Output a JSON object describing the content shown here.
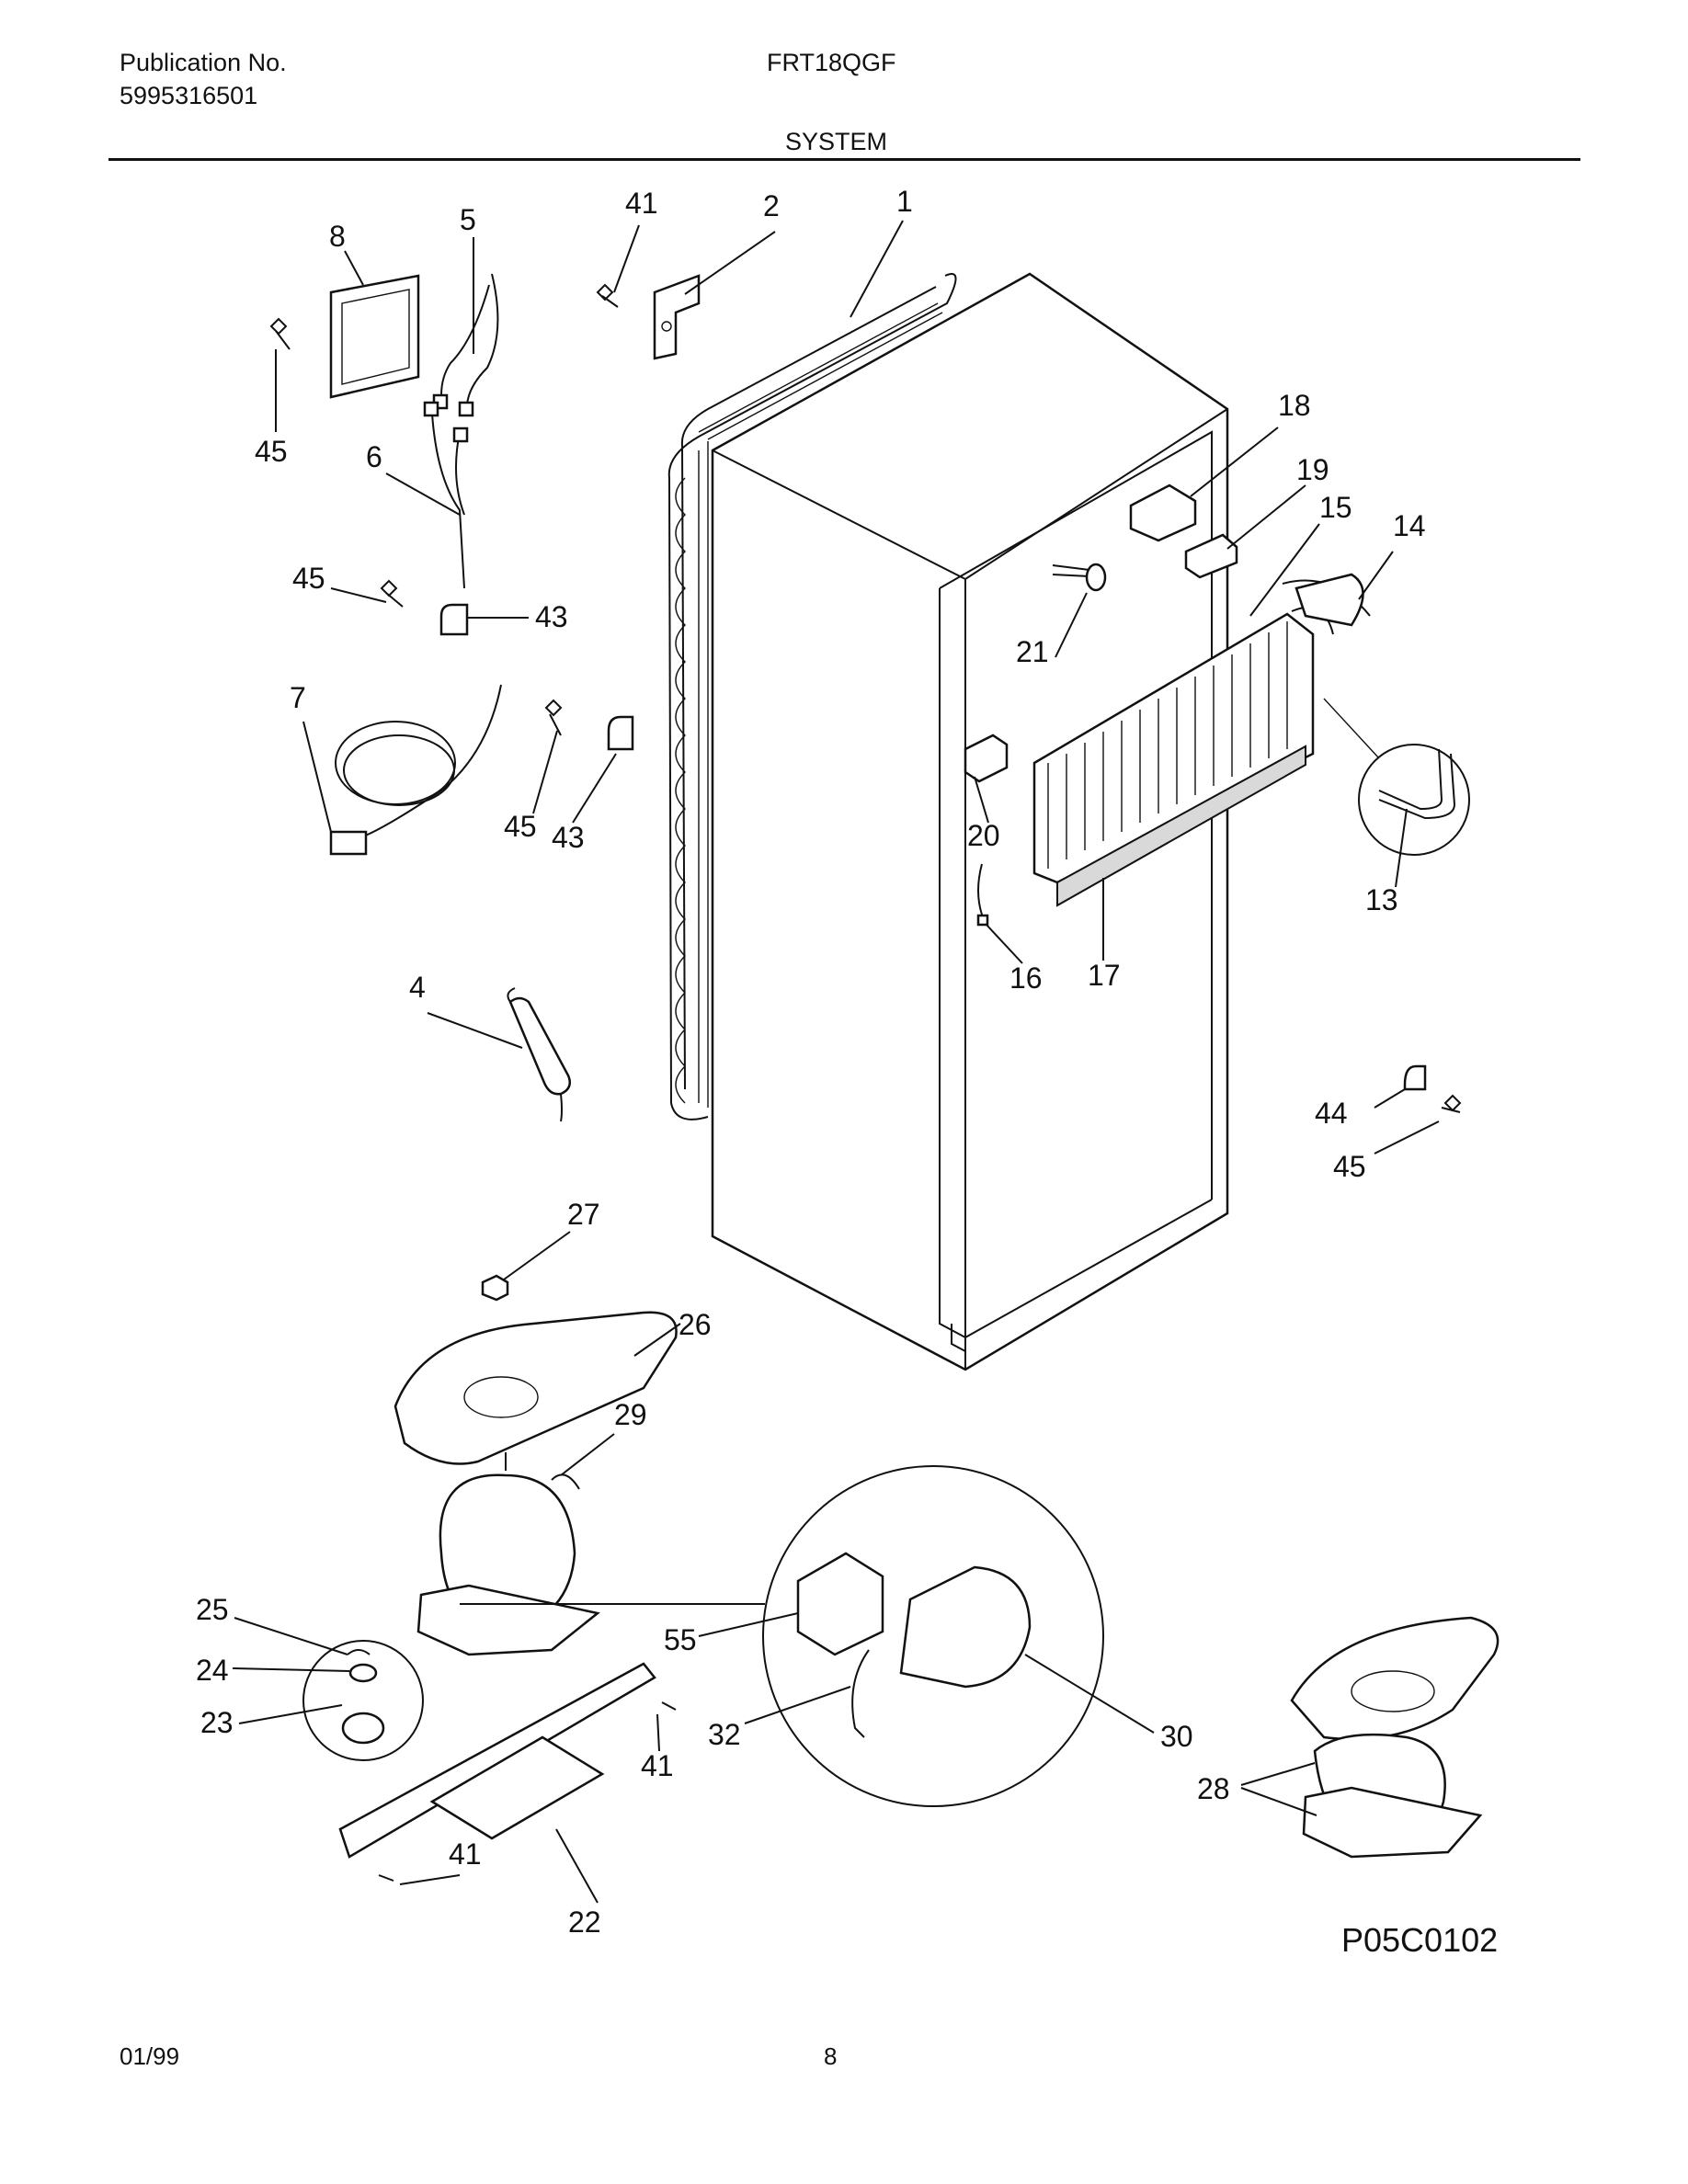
{
  "header": {
    "publication_label": "Publication No.",
    "publication_number": "5995316501",
    "model": "FRT18QGF",
    "section": "SYSTEM"
  },
  "diagram": {
    "id": "P05C0102",
    "callouts": [
      "1",
      "2",
      "41",
      "5",
      "8",
      "45",
      "6",
      "45",
      "43",
      "7",
      "45",
      "43",
      "4",
      "18",
      "19",
      "15",
      "14",
      "21",
      "13",
      "20",
      "16",
      "17",
      "44",
      "45",
      "27",
      "26",
      "29",
      "25",
      "24",
      "23",
      "55",
      "32",
      "30",
      "41",
      "41",
      "22",
      "28"
    ]
  },
  "footer": {
    "date": "01/99",
    "page": "8"
  }
}
